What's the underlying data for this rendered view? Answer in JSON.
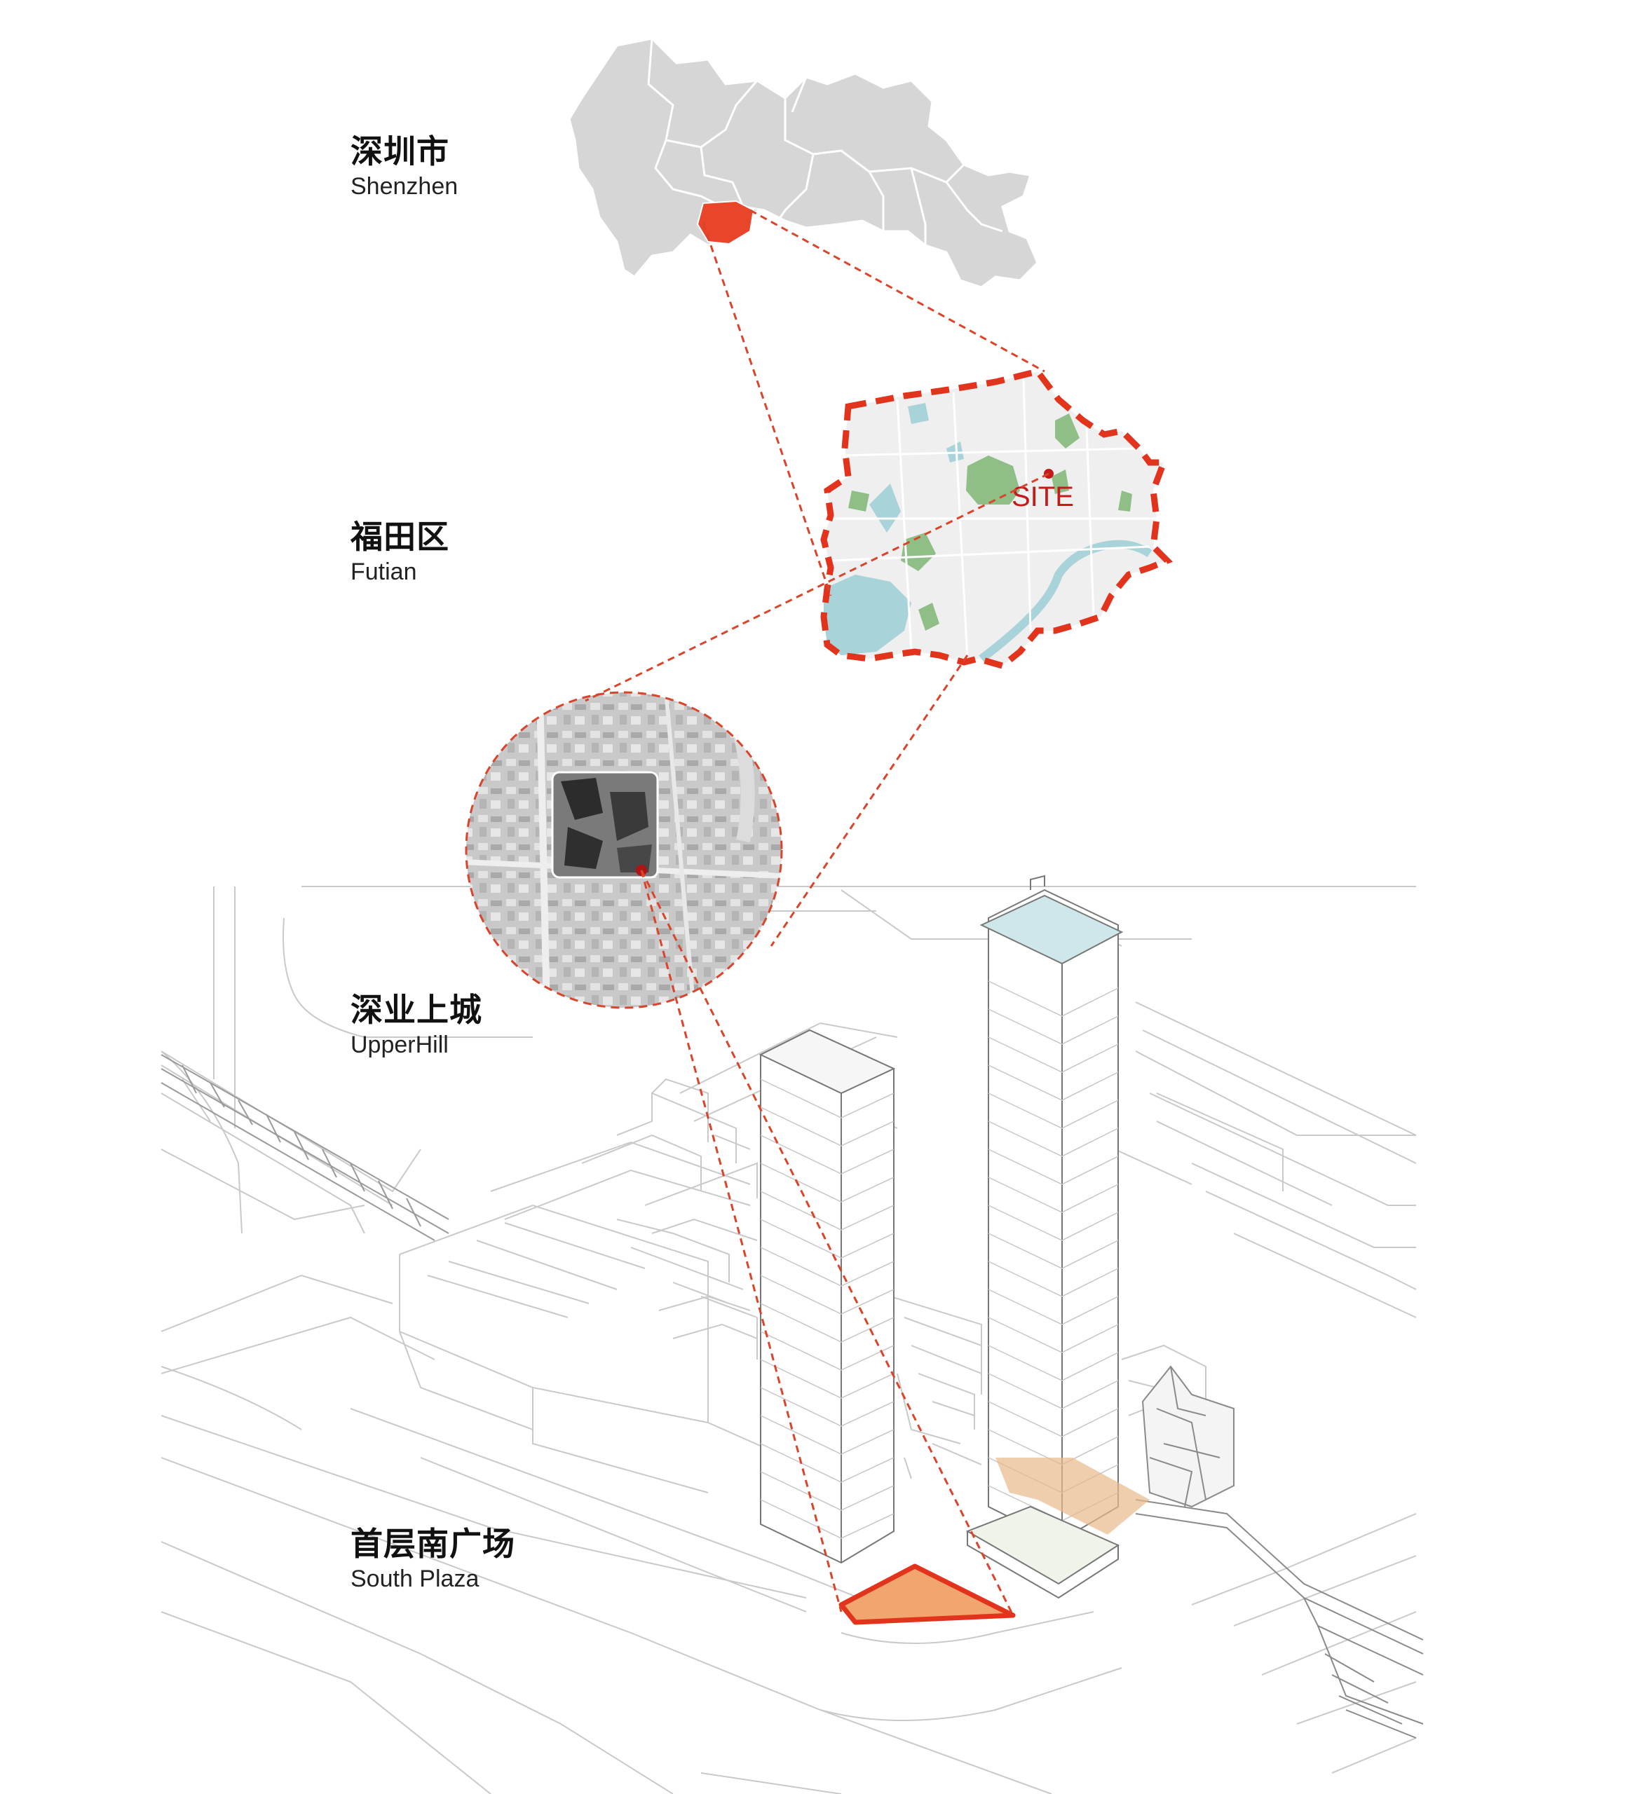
{
  "levels": [
    {
      "cn": "深圳市",
      "en": "Shenzhen"
    },
    {
      "cn": "福田区",
      "en": "Futian"
    },
    {
      "cn": "深业上城",
      "en": "UpperHill"
    },
    {
      "cn": "首层南广场",
      "en": "South Plaza"
    }
  ],
  "site_marker": "SITE",
  "colors": {
    "accent": "#e8452b",
    "dashed_line": "#d9442a",
    "map_gray": "#d6d6d6",
    "water": "#a8d3d9",
    "green": "#8fbf86",
    "plaza": "#f0a66e",
    "roof_glass": "#c8e6ea",
    "bridge": "#e8b98a"
  }
}
